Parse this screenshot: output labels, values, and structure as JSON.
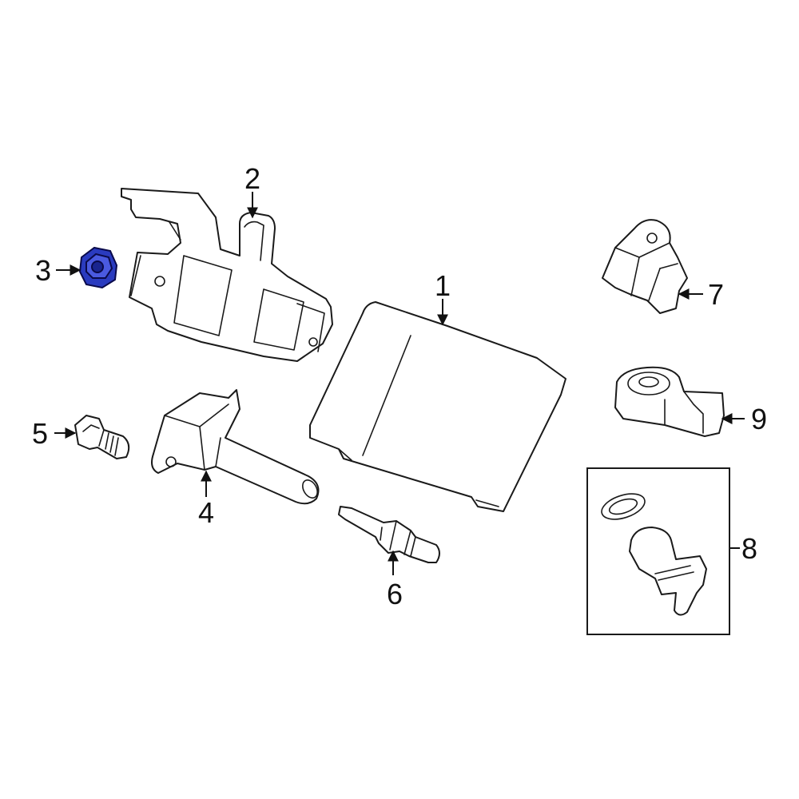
{
  "diagram": {
    "highlight_color": "#2a3bbf",
    "callouts": [
      {
        "id": "1",
        "label": "1"
      },
      {
        "id": "2",
        "label": "2"
      },
      {
        "id": "3",
        "label": "3",
        "highlighted": true
      },
      {
        "id": "4",
        "label": "4"
      },
      {
        "id": "5",
        "label": "5"
      },
      {
        "id": "6",
        "label": "6"
      },
      {
        "id": "7",
        "label": "7"
      },
      {
        "id": "8",
        "label": "8"
      },
      {
        "id": "9",
        "label": "9"
      }
    ]
  }
}
